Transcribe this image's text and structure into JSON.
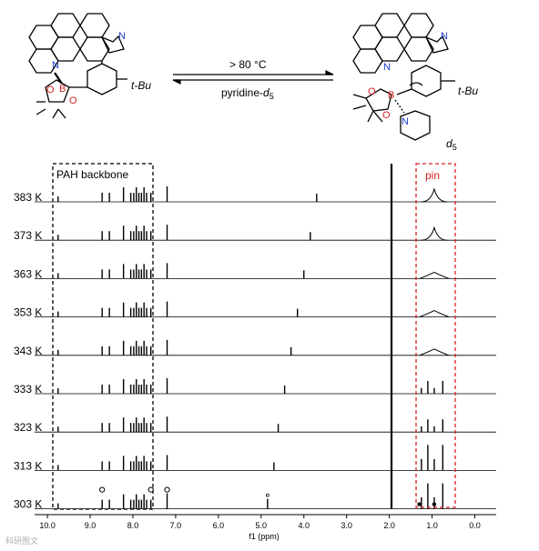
{
  "scheme": {
    "condition_top": "> 80 °C",
    "condition_bottom_prefix": "pyridine-",
    "condition_bottom_sub": "d",
    "condition_bottom_subscript": "5",
    "left_tbu": "t-Bu",
    "right_tbu": "t-Bu",
    "right_d5": "d",
    "right_d5_sub": "5",
    "atom_B": "B",
    "atom_N": "N",
    "atom_O": "O"
  },
  "boxes": {
    "left_label": "PAH backbone",
    "right_label": "pin",
    "left_color": "#000000",
    "right_color": "#d42020"
  },
  "watermark": "科研图文",
  "chart_data": {
    "type": "line",
    "xlabel": "f1 (ppm)",
    "xlim": [
      10.3,
      -0.5
    ],
    "x_ticks": [
      "10.0",
      "9.0",
      "8.0",
      "7.0",
      "6.0",
      "5.0",
      "4.0",
      "3.0",
      "2.0",
      "1.0",
      "0.0"
    ],
    "x_tick_values": [
      10.0,
      9.0,
      8.0,
      7.0,
      6.0,
      5.0,
      4.0,
      3.0,
      2.0,
      1.0,
      0.0
    ],
    "series": [
      {
        "name": "383 K",
        "temperature": 383,
        "moving_peak_ppm": 3.7,
        "pin": "coalesced"
      },
      {
        "name": "373 K",
        "temperature": 373,
        "moving_peak_ppm": 3.85,
        "pin": "coalesced"
      },
      {
        "name": "363 K",
        "temperature": 363,
        "moving_peak_ppm": 4.0,
        "pin": "broad"
      },
      {
        "name": "353 K",
        "temperature": 353,
        "moving_peak_ppm": 4.15,
        "pin": "broad"
      },
      {
        "name": "343 K",
        "temperature": 343,
        "moving_peak_ppm": 4.3,
        "pin": "broad"
      },
      {
        "name": "333 K",
        "temperature": 333,
        "moving_peak_ppm": 4.45,
        "pin": "split"
      },
      {
        "name": "323 K",
        "temperature": 323,
        "moving_peak_ppm": 4.6,
        "pin": "split"
      },
      {
        "name": "313 K",
        "temperature": 313,
        "moving_peak_ppm": 4.7,
        "pin": "split"
      },
      {
        "name": "303 K",
        "temperature": 303,
        "moving_peak_ppm": 4.85,
        "pin": "split"
      }
    ],
    "aromatic_peaks_ppm": [
      9.75,
      8.72,
      8.55,
      8.22,
      8.05,
      7.98,
      7.92,
      7.86,
      7.8,
      7.74,
      7.68,
      7.58,
      7.2
    ],
    "solvent_peak_ppm": 1.95,
    "annotations": {
      "open_circle_peaks_ppm": [
        8.72,
        7.58,
        7.2
      ],
      "small_circle_peak_ppm": 4.85,
      "filled_dot_peaks_ppm": [
        1.3,
        0.95
      ]
    }
  }
}
